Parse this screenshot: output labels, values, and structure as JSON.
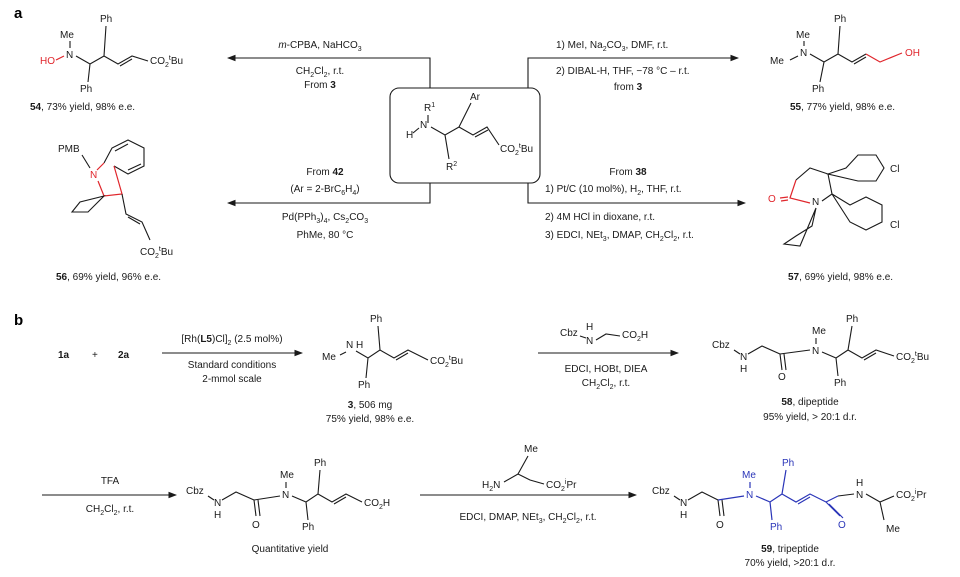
{
  "panel_a": {
    "label": "a",
    "core": {
      "R1": "R",
      "R1sup": "1",
      "Ar": "Ar",
      "H": "H",
      "N": "N",
      "R2": "R",
      "R2sup": "2",
      "ester": "CO",
      "ester_sub": "2",
      "ester_sup": "t",
      "ester_end": "Bu"
    },
    "r54": {
      "cond1a": "m",
      "cond1b": "-CPBA, NaHCO",
      "cond1c": "3",
      "cond2a": "CH",
      "cond2b": "2",
      "cond2c": "Cl",
      "cond2d": "2",
      "cond2e": ", r.t.",
      "cond3a": "From ",
      "cond3b": "3",
      "Me": "Me",
      "HO": "HO",
      "N": "N",
      "Ph": "Ph",
      "Ph2": "Ph",
      "ester": "CO",
      "ester_sub": "2",
      "ester_sup": "t",
      "ester_end": "Bu",
      "num": "54",
      "yield": ", 73% yield, 98% e.e."
    },
    "r55": {
      "cond1a": "1) MeI, Na",
      "cond1b": "2",
      "cond1c": "CO",
      "cond1d": "3",
      "cond1e": ", DMF, r.t.",
      "cond2": "2) DIBAL-H, THF, −78 °C – r.t.",
      "cond3a": "from ",
      "cond3b": "3",
      "Me": "Me",
      "Me2": "Me",
      "N": "N",
      "Ph": "Ph",
      "Ph2": "Ph",
      "OH": "OH",
      "num": "55",
      "yield": ", 77% yield, 98% e.e."
    },
    "r56": {
      "cond1a": "From ",
      "cond1b": "42",
      "cond2a": "(Ar = 2-BrC",
      "cond2b": "6",
      "cond2c": "H",
      "cond2d": "4",
      "cond2e": ")",
      "cond3a": "Pd(PPh",
      "cond3b": "3",
      "cond3c": ")",
      "cond3d": "4",
      "cond3e": ", Cs",
      "cond3f": "2",
      "cond3g": "CO",
      "cond3h": "3",
      "cond4": "PhMe, 80 °C",
      "PMB": "PMB",
      "N": "N",
      "ester": "CO",
      "ester_sub": "2",
      "ester_sup": "t",
      "ester_end": "Bu",
      "num": "56",
      "yield": ", 69% yield, 96% e.e."
    },
    "r57": {
      "cond1a": "From ",
      "cond1b": "38",
      "cond2a": "1) Pt/C (10 mol%), H",
      "cond2b": "2",
      "cond2c": ", THF, r.t.",
      "cond3": "2) 4M HCl in dioxane, r.t.",
      "cond4a": "3) EDCI, NEt",
      "cond4b": "3",
      "cond4c": ", DMAP, CH",
      "cond4d": "2",
      "cond4e": "Cl",
      "cond4f": "2",
      "cond4g": ", r.t.",
      "O": "O",
      "N": "N",
      "Cl1": "Cl",
      "Cl2": "Cl",
      "num": "57",
      "yield": ", 69% yield, 98% e.e."
    }
  },
  "panel_b": {
    "label": "b",
    "reactant1": "1a",
    "plus": "+",
    "reactant2": "2a",
    "step1": {
      "l1a": "[Rh(",
      "l1b": "L5",
      "l1c": ")Cl]",
      "l1d": "2",
      "l1e": " (2.5 mol%)",
      "l2": "Standard conditions",
      "l3": "2-mmol scale"
    },
    "cmpd3": {
      "Me": "Me",
      "NH": "N",
      "H": "H",
      "Ph": "Ph",
      "Ph2": "Ph",
      "ester": "CO",
      "ester_sub": "2",
      "ester_sup": "t",
      "ester_end": "Bu",
      "num": "3",
      "mass": ", 506 mg",
      "yield": "75% yield, 98% e.e."
    },
    "step2": {
      "Cbz": "Cbz",
      "N": "N",
      "H": "H",
      "acid": "CO",
      "acid_sub": "2",
      "acid_end": "H",
      "l1": "EDCI, HOBt, DIEA",
      "l2a": "CH",
      "l2b": "2",
      "l2c": "Cl",
      "l2d": "2",
      "l2e": ", r.t."
    },
    "cmpd58": {
      "Cbz": "Cbz",
      "NH": "N",
      "H": "H",
      "O": "O",
      "Me": "Me",
      "N": "N",
      "Ph": "Ph",
      "Ph2": "Ph",
      "ester": "CO",
      "ester_sub": "2",
      "ester_sup": "t",
      "ester_end": "Bu",
      "num": "58",
      "desc": ", dipeptide",
      "yield": "95% yield, > 20:1 d.r."
    },
    "step3": {
      "l1": "TFA",
      "l2a": "CH",
      "l2b": "2",
      "l2c": "Cl",
      "l2d": "2",
      "l2e": ", r.t."
    },
    "acid": {
      "Cbz": "Cbz",
      "NH": "N",
      "H": "H",
      "O": "O",
      "Me": "Me",
      "N": "N",
      "Ph": "Ph",
      "Ph2": "Ph",
      "acid": "CO",
      "acid_sub": "2",
      "acid_end": "H",
      "caption": "Quantitative yield"
    },
    "step4": {
      "Me": "Me",
      "H": "H",
      "N": "N",
      "sub2": "2",
      "ester": "CO",
      "ester_sub": "2",
      "ester_sup": "i",
      "ester_end": "Pr",
      "l1a": "EDCI, DMAP, NEt",
      "l1b": "3",
      "l1c": ", CH",
      "l1d": "2",
      "l1e": "Cl",
      "l1f": "2",
      "l1g": ", r.t."
    },
    "cmpd59": {
      "Cbz": "Cbz",
      "NH": "N",
      "H": "H",
      "O": "O",
      "O2": "O",
      "Me": "Me",
      "Me2": "Me",
      "N": "N",
      "NH2": "N",
      "H2": "H",
      "Ph": "Ph",
      "Ph2": "Ph",
      "ester": "CO",
      "ester_sub": "2",
      "ester_sup": "i",
      "ester_end": "Pr",
      "num": "59",
      "desc": ", tripeptide",
      "yield": "70% yield, >20:1 d.r."
    },
    "colors": {
      "highlight_red": "#e0262c",
      "highlight_blue": "#2a35b8"
    }
  }
}
